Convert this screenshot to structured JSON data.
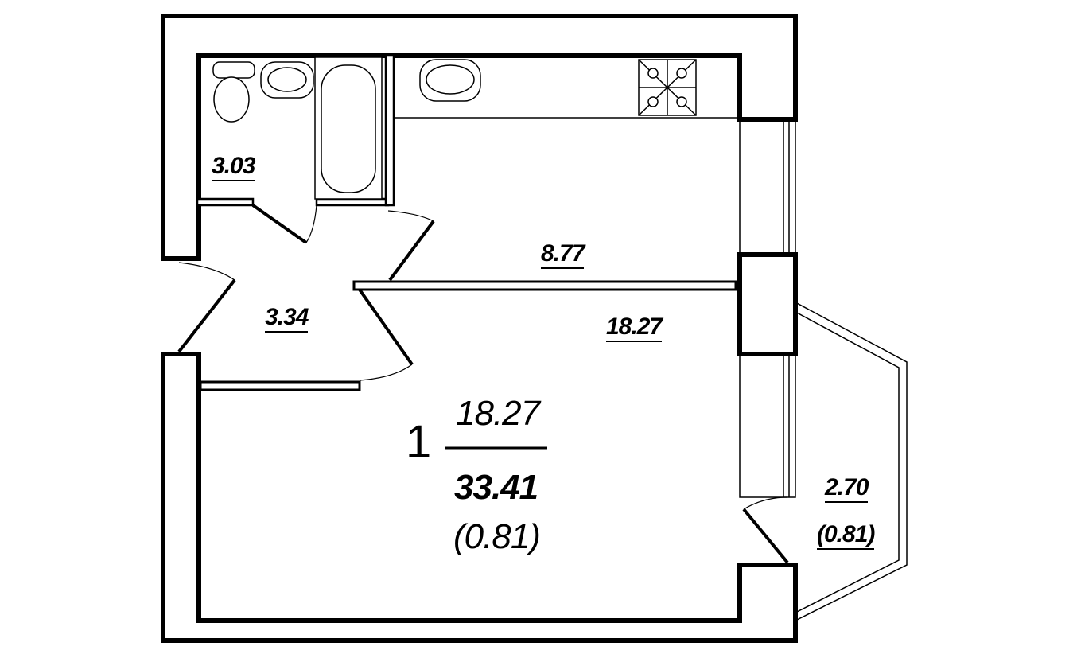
{
  "rooms": {
    "bathroom_area": "3.03",
    "kitchen_area": "8.77",
    "hall_area": "3.34",
    "living_area": "18.27",
    "balcony_area": "2.70",
    "balcony_coef": "(0.81)"
  },
  "summary": {
    "room_count": "1",
    "living_total": "18.27",
    "total_area": "33.41",
    "coef": "(0.81)"
  }
}
